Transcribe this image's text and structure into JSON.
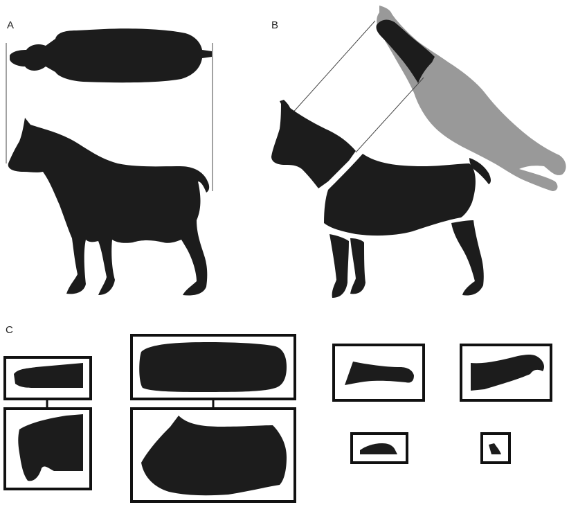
{
  "figure": {
    "panels": [
      {
        "id": "A",
        "label": "A"
      },
      {
        "id": "B",
        "label": "B"
      },
      {
        "id": "C",
        "label": "C"
      }
    ],
    "colors": {
      "silhouette": "#1c1c1c",
      "projection": "#999999",
      "line": "#444444",
      "box_border": "#111111",
      "background": "#ffffff"
    }
  }
}
